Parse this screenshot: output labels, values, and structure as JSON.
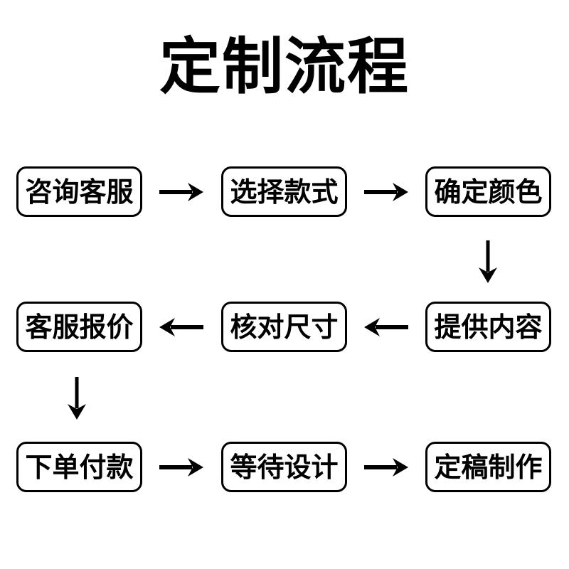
{
  "title": "定制流程",
  "diagram": {
    "type": "flowchart",
    "orientation": "boustrophedon-3-rows",
    "background_color": "#ffffff",
    "stroke_color": "#000000",
    "box_fill_color": "#ffffff",
    "nodes": [
      {
        "id": "n1",
        "label": "咨询客服",
        "row": 1,
        "col": 1,
        "order": 1
      },
      {
        "id": "n2",
        "label": "选择款式",
        "row": 1,
        "col": 2,
        "order": 2
      },
      {
        "id": "n3",
        "label": "确定颜色",
        "row": 1,
        "col": 3,
        "order": 3
      },
      {
        "id": "n4",
        "label": "提供内容",
        "row": 2,
        "col": 3,
        "order": 4
      },
      {
        "id": "n5",
        "label": "核对尺寸",
        "row": 2,
        "col": 2,
        "order": 5
      },
      {
        "id": "n6",
        "label": "客服报价",
        "row": 2,
        "col": 1,
        "order": 6
      },
      {
        "id": "n7",
        "label": "下单付款",
        "row": 3,
        "col": 1,
        "order": 7
      },
      {
        "id": "n8",
        "label": "等待设计",
        "row": 3,
        "col": 2,
        "order": 8
      },
      {
        "id": "n9",
        "label": "定稿制作",
        "row": 3,
        "col": 3,
        "order": 9
      }
    ],
    "connectors": [
      {
        "id": "c1",
        "from": "n1",
        "to": "n2",
        "direction": "right"
      },
      {
        "id": "c2",
        "from": "n2",
        "to": "n3",
        "direction": "right"
      },
      {
        "id": "c3",
        "from": "n3",
        "to": "n4",
        "direction": "down"
      },
      {
        "id": "c4",
        "from": "n4",
        "to": "n5",
        "direction": "left"
      },
      {
        "id": "c5",
        "from": "n5",
        "to": "n6",
        "direction": "left"
      },
      {
        "id": "c6",
        "from": "n6",
        "to": "n7",
        "direction": "down"
      },
      {
        "id": "c7",
        "from": "n7",
        "to": "n8",
        "direction": "right"
      },
      {
        "id": "c8",
        "from": "n8",
        "to": "n9",
        "direction": "right"
      }
    ]
  }
}
